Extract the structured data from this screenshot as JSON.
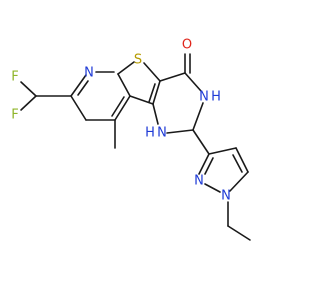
{
  "molecule": {
    "atoms": {
      "n_pyridine": "N",
      "s_thiophene": "S",
      "o_carbonyl": "O",
      "nh_amide": "N",
      "h_amide": "H",
      "nh_amine": "N",
      "h_amine": "H",
      "f_upper": "F",
      "f_lower": "F",
      "n_pyrazole_2": "N",
      "n_pyrazole_1": "N"
    },
    "colors": {
      "bond": "#1a1a1a",
      "nitrogen": "#1f3bd6",
      "sulfur": "#b59b00",
      "oxygen": "#e0251b",
      "fluorine": "#8fb52a"
    }
  }
}
